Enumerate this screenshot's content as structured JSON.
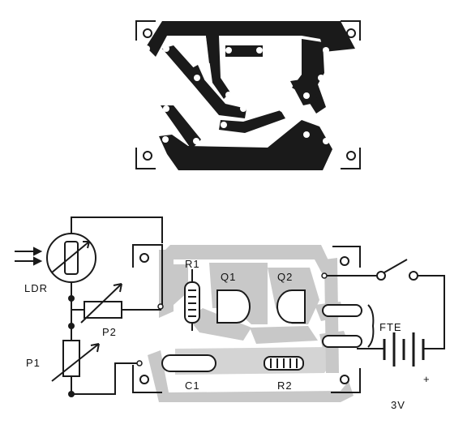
{
  "labels": {
    "ldr": "LDR",
    "p1": "P1",
    "p2": "P2",
    "r1": "R1",
    "r2": "R2",
    "c1": "C1",
    "q1": "Q1",
    "q2": "Q2",
    "fte": "FTE",
    "battery_voltage": "3V",
    "battery_plus": "+"
  }
}
